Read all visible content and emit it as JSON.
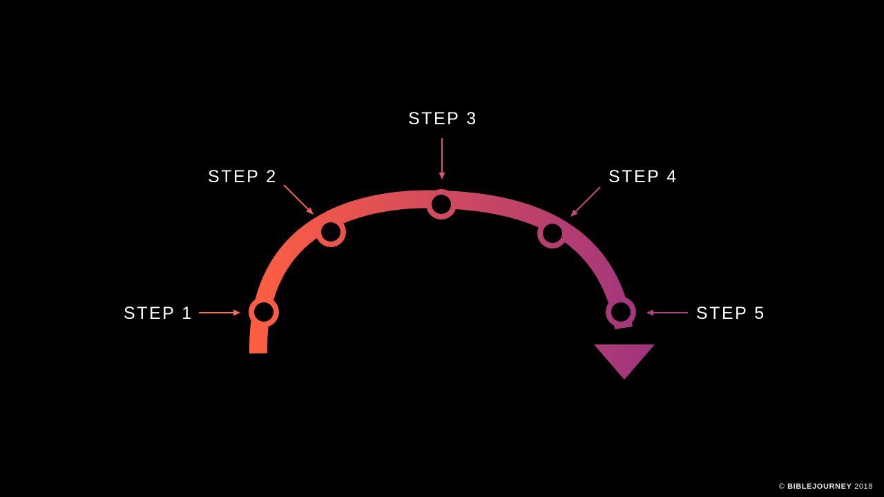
{
  "colors": {
    "background": "#000000",
    "gradient_start": "#ff5f3f",
    "gradient_end": "#9e3480",
    "label": "#ffffff"
  },
  "steps": [
    {
      "label": "STEP 1",
      "pointer_color": "#ff6a55"
    },
    {
      "label": "STEP 2",
      "pointer_color": "#f4615e"
    },
    {
      "label": "STEP 3",
      "pointer_color": "#d9566a"
    },
    {
      "label": "STEP 4",
      "pointer_color": "#c24d77"
    },
    {
      "label": "STEP 5",
      "pointer_color": "#ae4384"
    }
  ],
  "footer": {
    "copyright_symbol": "©",
    "brand": "BIBLEJOURNEY",
    "year": "2018"
  }
}
